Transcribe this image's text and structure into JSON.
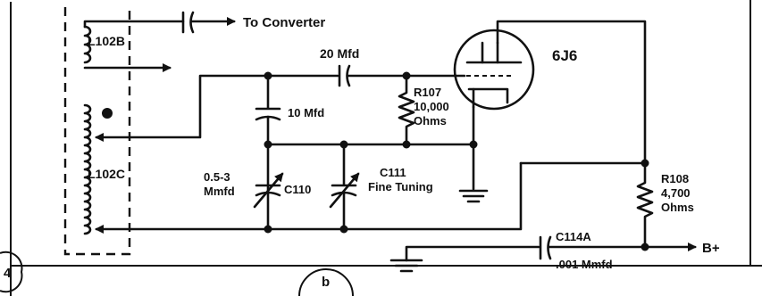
{
  "labels": {
    "l102b": "L102B",
    "to_converter": "To Converter",
    "c_20mfd": "20 Mfd",
    "tube": "6J6",
    "r107_name": "R107",
    "r107_value": "10,000",
    "r107_unit": "Ohms",
    "c_10mfd": "10 Mfd",
    "l102c": "L102C",
    "c110_range1": "0.5-3",
    "c110_range2": "Mmfd",
    "c110": "C110",
    "c111": "C111",
    "c111_desc": "Fine Tuning",
    "r108_name": "R108",
    "r108_value": "4,700",
    "r108_unit": "Ohms",
    "c114a": "C114A",
    "c114a_value": ".001 Mmfd",
    "b_plus": "B+",
    "page_num": "4",
    "fig_letter": "b"
  }
}
